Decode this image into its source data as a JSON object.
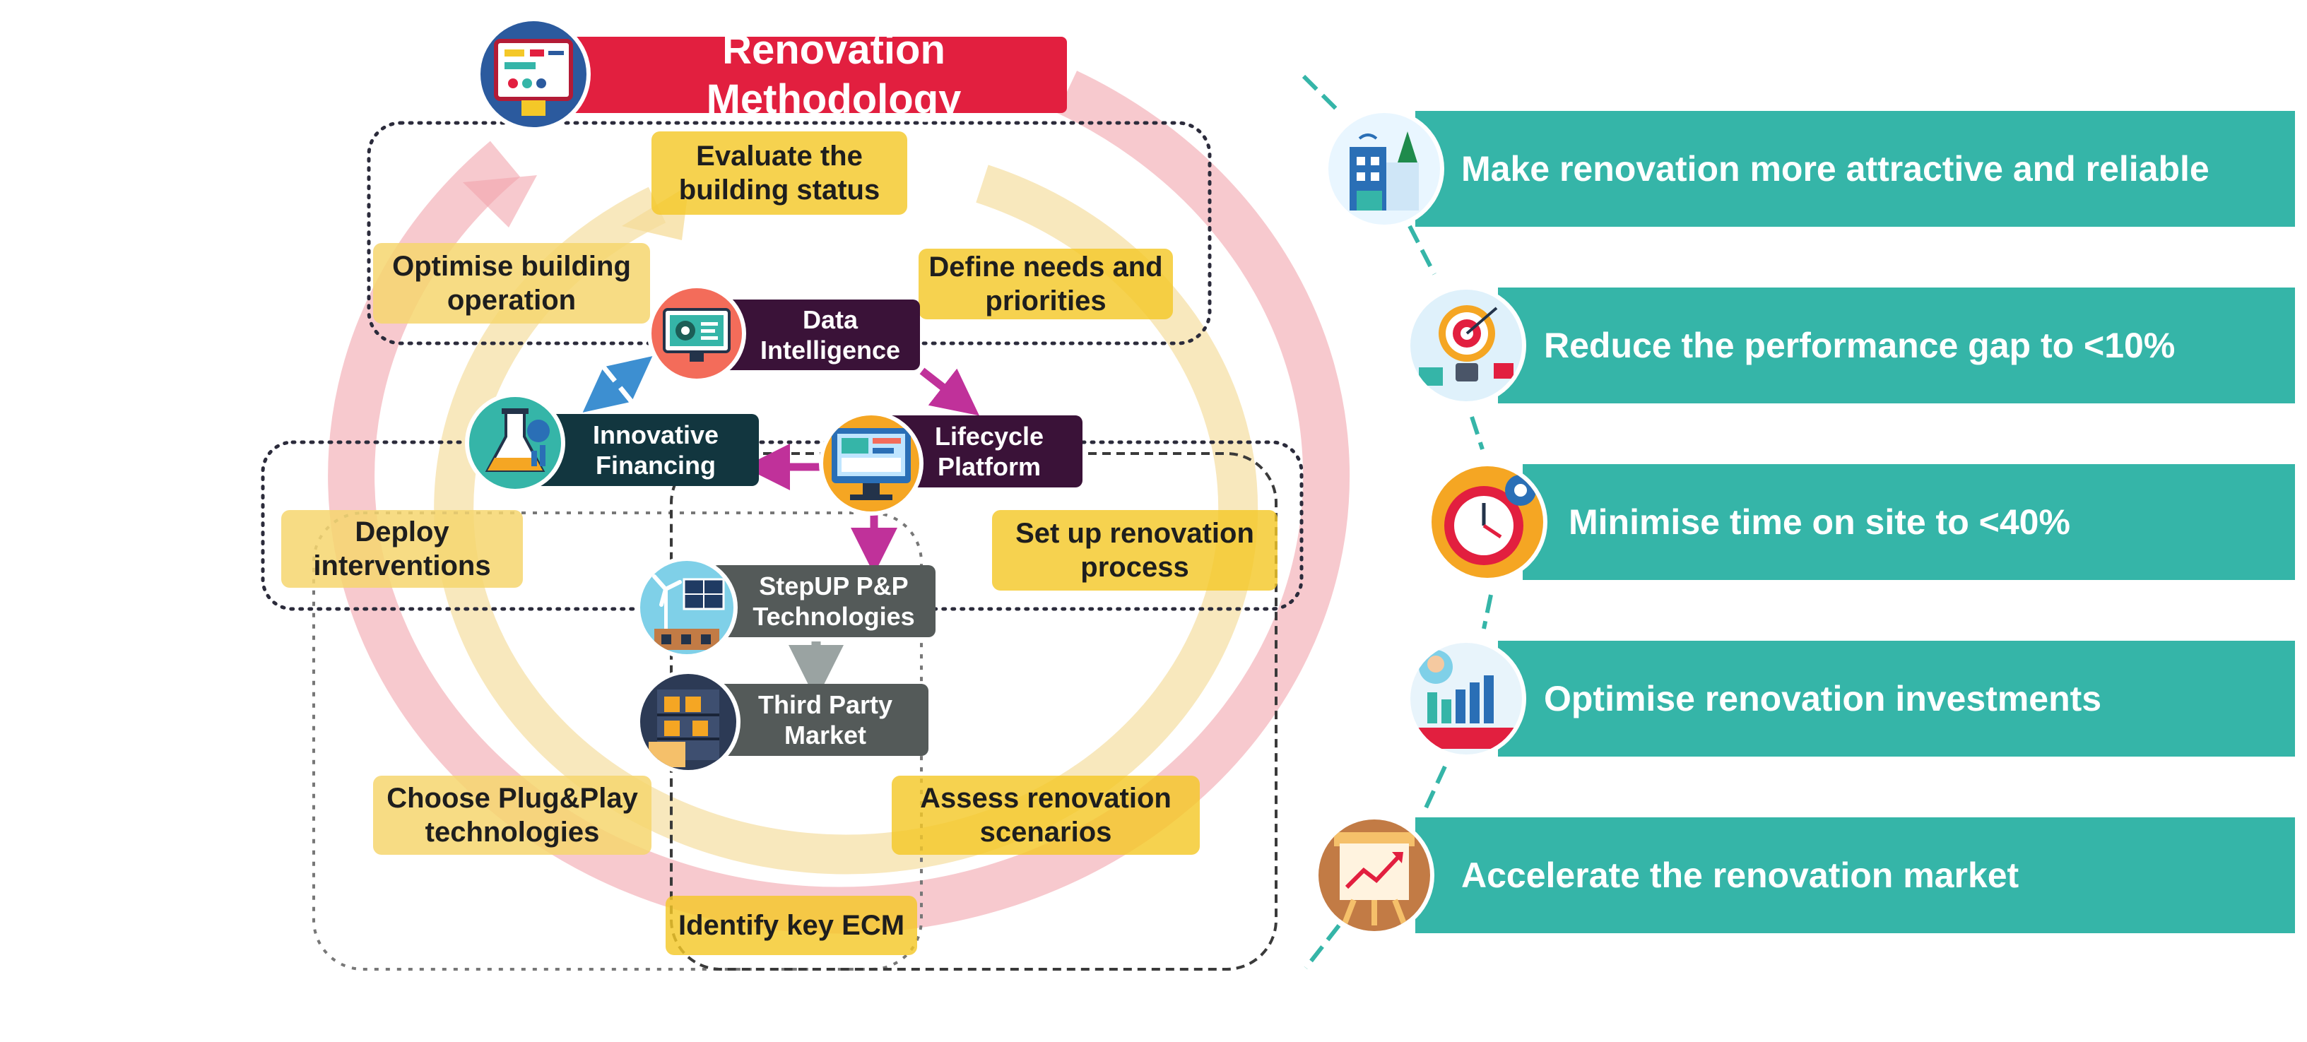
{
  "title": "Renovation Methodology",
  "cycle_steps": [
    "Evaluate the building status",
    "Define needs and priorities",
    "Set up renovation process",
    "Assess renovation scenarios",
    "Identify key ECM",
    "Choose Plug&Play technologies",
    "Deploy interventions",
    "Optimise building operation"
  ],
  "components": [
    "Data Intelligence",
    "Lifecycle Platform",
    "Innovative Financing",
    "StepUP P&P Technologies",
    "Third Party Market"
  ],
  "objectives": [
    "Make renovation more attractive and reliable",
    "Reduce the performance gap to <10%",
    "Minimise time on site to <40%",
    "Optimise renovation investments",
    "Accelerate the renovation market"
  ],
  "colors": {
    "title": "#e21f3f",
    "step": "#f4c828",
    "outer_ring": "#f2a5ad",
    "inner_ring": "#f5dc9a",
    "objective_banner": "#35b5a8",
    "data_arrow": "#c0319a",
    "financing_arrow": "#3d8fd1",
    "market_arrow": "#9aa3a2"
  },
  "icons": {
    "title": "clipboard-dashboard-icon",
    "data_intelligence": "monitor-gear-icon",
    "lifecycle_platform": "computer-monitor-icon",
    "innovative_financing": "lab-flask-icon",
    "stepup_technologies": "wind-solar-icon",
    "third_party_market": "warehouse-boxes-icon",
    "objective_1": "smart-building-icon",
    "objective_2": "target-lightbulb-icon",
    "objective_3": "stopwatch-gear-icon",
    "objective_4": "investor-chart-icon",
    "objective_5": "growth-chart-board-icon"
  }
}
